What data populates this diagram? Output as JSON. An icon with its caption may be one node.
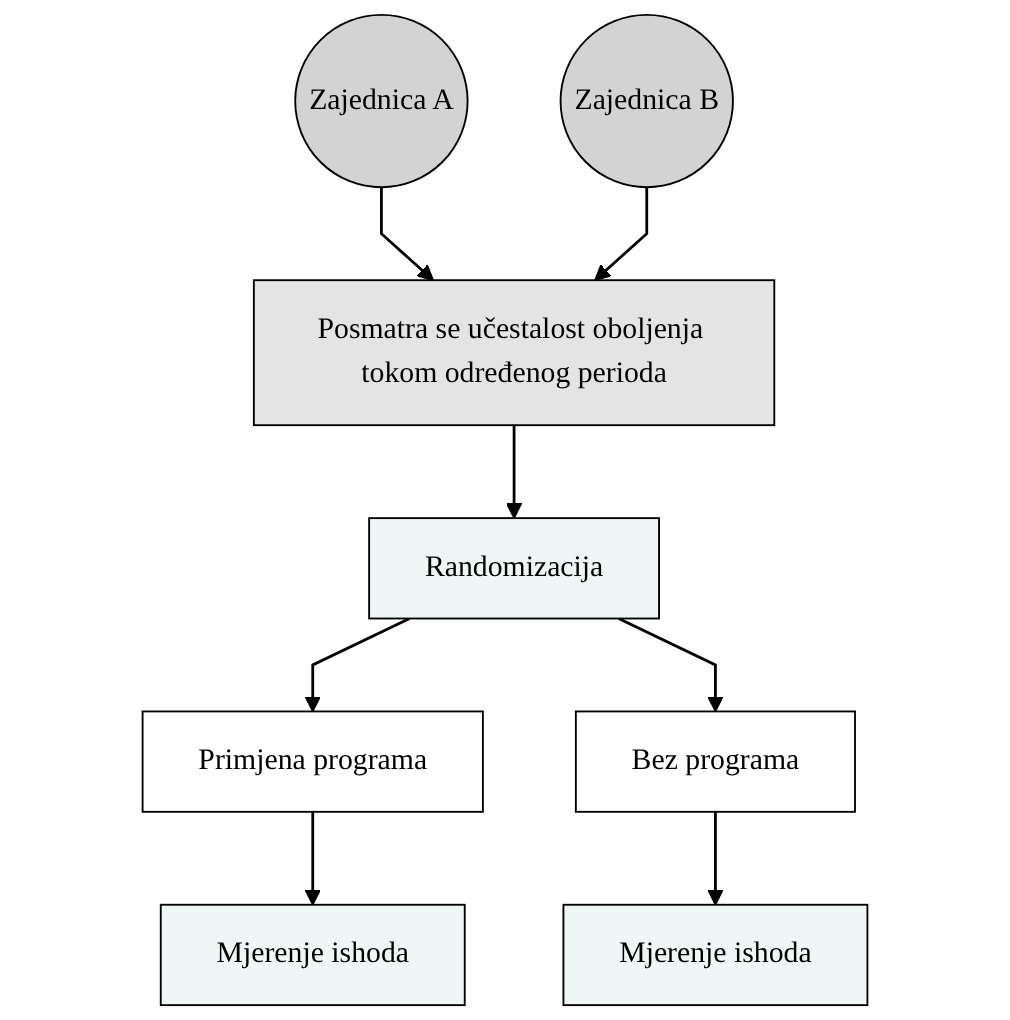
{
  "diagram": {
    "nodes": [
      {
        "text": [
          "Zajednica A"
        ]
      },
      {
        "text": [
          "Zajednica B"
        ]
      },
      {
        "text": [
          "Posmatra se učestalost oboljenja tokom određenog perioda"
        ]
      },
      {
        "text": [
          "Randomizacija"
        ]
      },
      {
        "text": [
          "Primjena programa"
        ]
      },
      {
        "text": [
          "Bez programa"
        ]
      },
      {
        "text": [
          "Mjerenje ishoda"
        ]
      },
      {
        "text": [
          "Mjerenje ishoda"
        ]
      }
    ],
    "edges": [
      {
        "from": 0,
        "to": 2,
        "arrow": "to"
      },
      {
        "from": 1,
        "to": 2,
        "arrow": "to"
      },
      {
        "from": 2,
        "to": 3,
        "arrow": "to"
      },
      {
        "from": 3,
        "to": 4,
        "arrow": "to"
      },
      {
        "from": 3,
        "to": 5,
        "arrow": "to"
      },
      {
        "from": 4,
        "to": 6,
        "arrow": "to"
      },
      {
        "from": 5,
        "to": 7,
        "arrow": "to"
      }
    ]
  }
}
